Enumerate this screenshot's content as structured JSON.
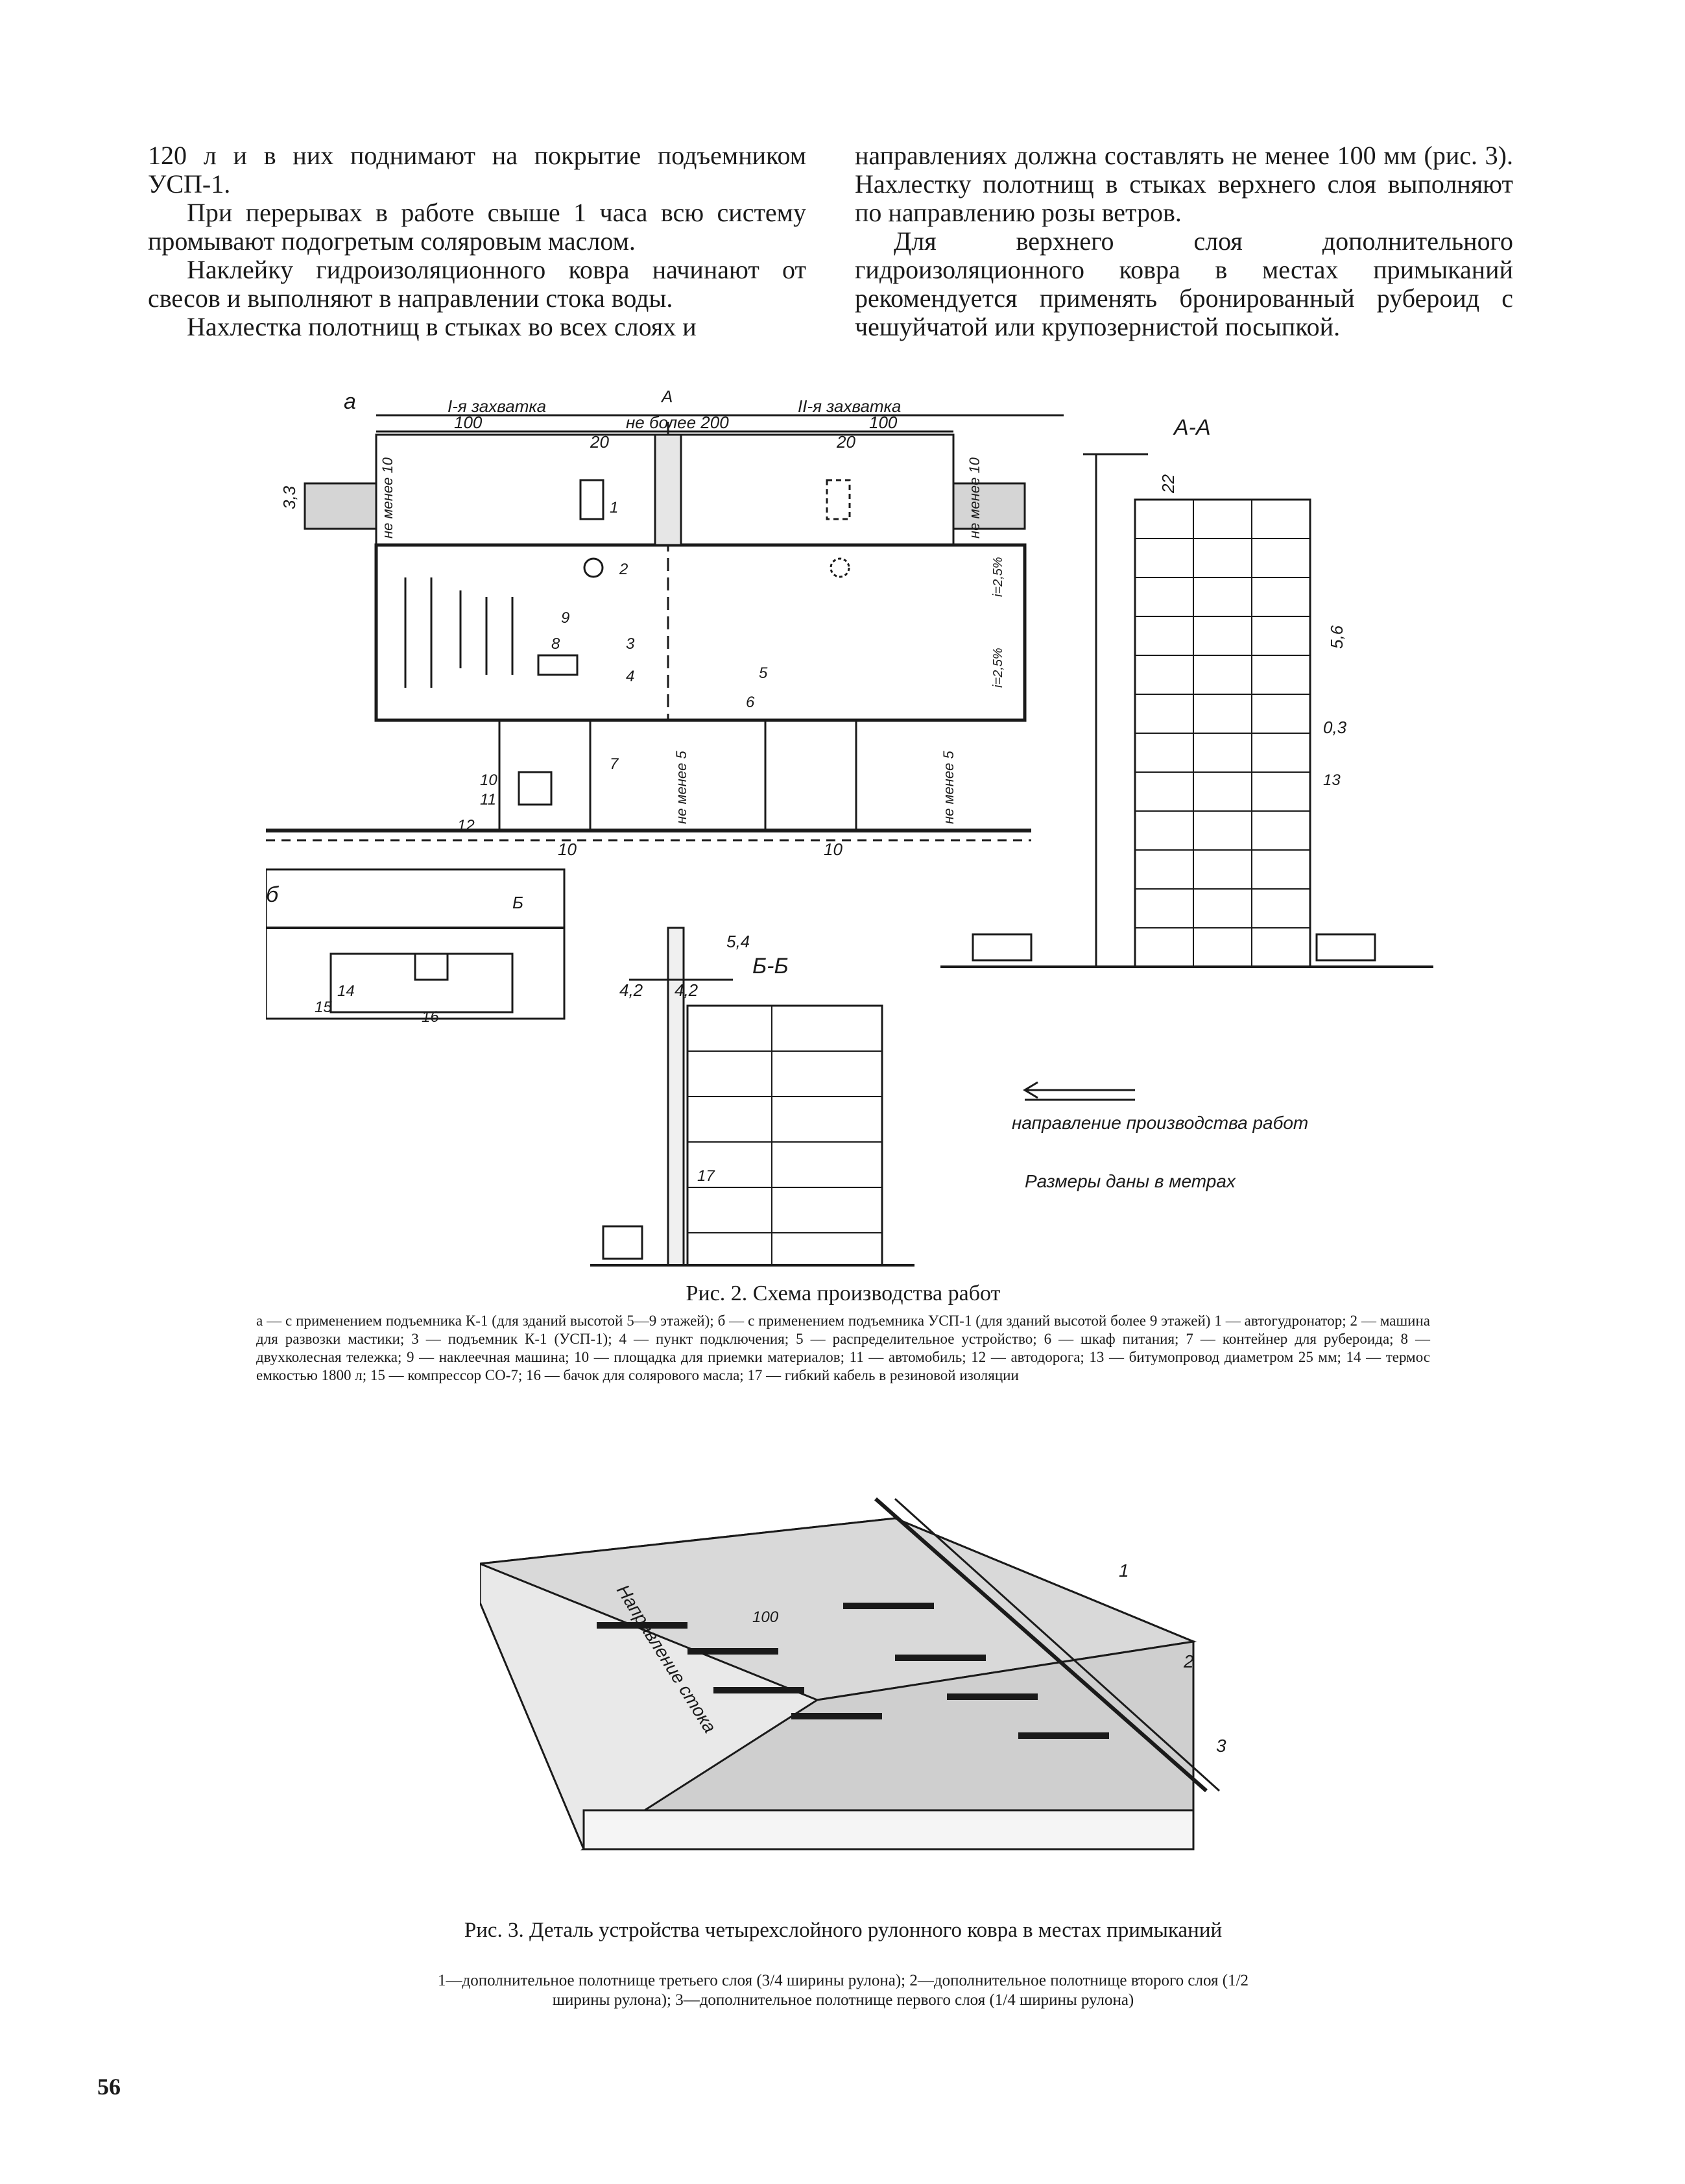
{
  "body_text": {
    "left": [
      "120 л и в них поднимают на покрытие подъемником УСП-1.",
      "При перерывах в работе свыше 1 часа всю систему промывают подогретым соляровым маслом.",
      "Наклейку гидроизоляционного ковра начинают от свесов и выполняют в направлении стока воды.",
      "Нахлестка полотнищ в стыках во всех слоях и"
    ],
    "right": [
      "направлениях должна составлять не менее 100 мм (рис. 3). Нахлестку полотнищ в стыках верхнего слоя выполняют по направлению розы ветров.",
      "Для верхнего слоя дополнительного гидроизоляционного ковра в местах примыканий рекомендуется применять бронированный рубероид с чешуйчатой или крупозернистой посыпкой."
    ]
  },
  "figure2": {
    "labels": {
      "part_a": "а",
      "part_b": "б",
      "section_aa": "А-А",
      "section_bb": "Б-Б",
      "stage1": "I-я захватка",
      "stage2": "II-я захватка",
      "dim_100_left": "100",
      "dim_max200": "не более 200",
      "dim_100_right": "100",
      "dim_20_left": "20",
      "dim_20_right": "20",
      "dim_min10_left": "не менее 10",
      "dim_min10_right": "не менее 10",
      "dim_min5_left": "не менее 5",
      "dim_min5_right": "не менее 5",
      "dim_10_left": "10",
      "dim_10_right": "10",
      "dim_33": "3,3",
      "dim_22": "22",
      "dim_56": "5,6",
      "dim_03": "0,3",
      "dim_54": "5,4",
      "dim_42a": "4,2",
      "dim_42b": "4,2",
      "dim_ratio1": "i=2,5%",
      "dim_ratio2": "i=2,5%",
      "cut_a": "А",
      "cut_b": "Б",
      "legend_direction": "направление производства работ",
      "legend_units": "Размеры даны в метрах"
    },
    "callouts": [
      "1",
      "2",
      "3",
      "4",
      "5",
      "6",
      "7",
      "8",
      "9",
      "10",
      "11",
      "12",
      "13",
      "14",
      "15",
      "16",
      "17"
    ],
    "title": "Рис. 2. Схема производства работ",
    "legend": "а — с применением подъемника К-1 (для зданий высотой 5—9 этажей); б — с применением подъемника УСП-1 (для зданий высотой более 9 этажей) 1 — автогудронатор; 2 — машина для развозки мастики; 3 — подъемник К-1 (УСП-1); 4 — пункт подключения; 5 — распределительное устройство; 6 — шкаф питания; 7 — контейнер для рубероида; 8 — двухколесная тележка; 9 — наклеечная машина; 10 — площадка для приемки материалов; 11 — автомобиль; 12 — автодорога; 13 — битумопровод диаметром 25 мм; 14 — термос емкостью 1800 л; 15 — компрессор СО-7; 16 — бачок для солярового масла; 17 — гибкий кабель в резиновой изоляции"
  },
  "figure3": {
    "labels": {
      "direction": "Направление стока",
      "overlap": "100"
    },
    "callouts": [
      "1",
      "2",
      "3"
    ],
    "title": "Рис. 3. Деталь устройства четырехслойного рулонного ковра в местах примыканий",
    "legend": "1—дополнительное полотнище третьего слоя (3/4 ширины рулона); 2—дополнительное полотнище второго слоя (1/2 ширины рулона); 3—дополнительное полотнище первого слоя (1/4 ширины рулона)"
  },
  "page_number": "56"
}
